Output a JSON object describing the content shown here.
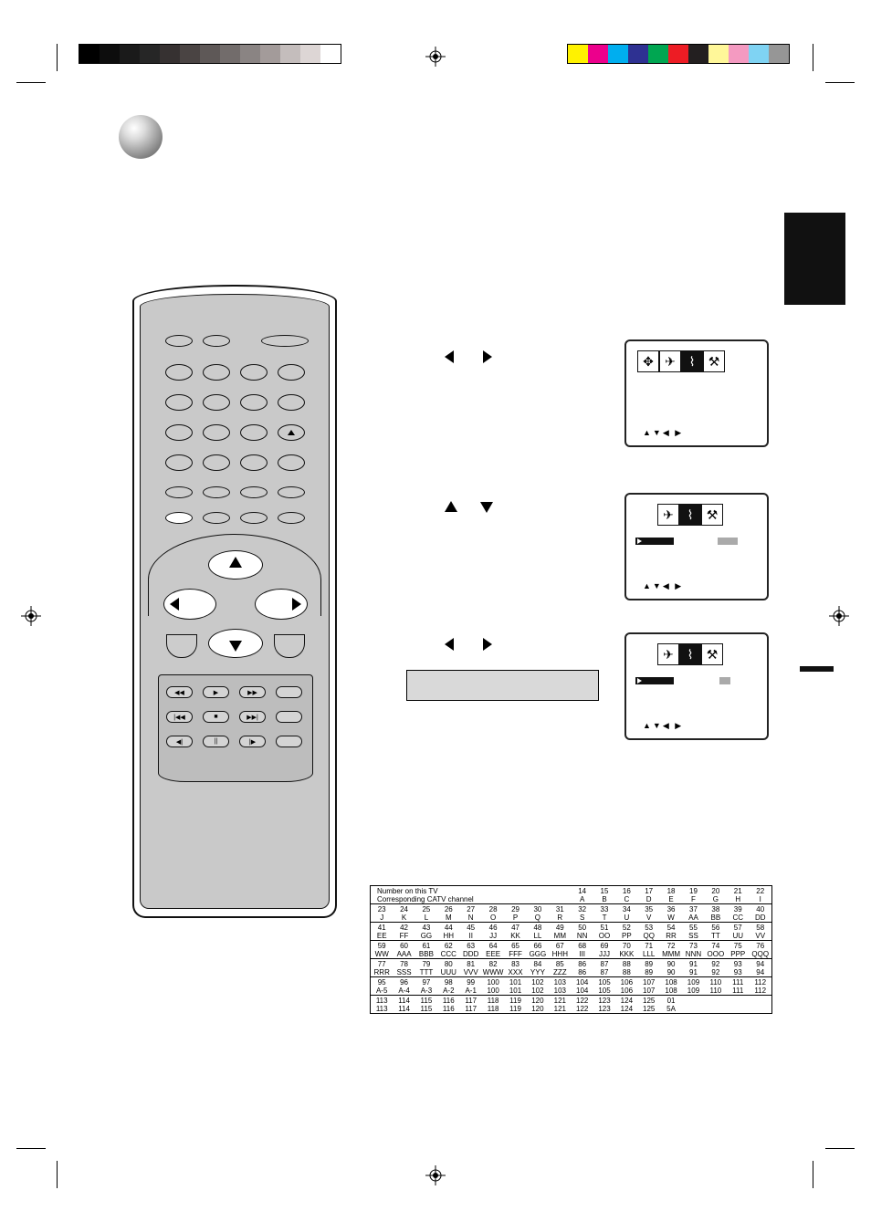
{
  "colors": {
    "gray_scale": [
      "#000000",
      "#0d0d0d",
      "#1a1a1a",
      "#262626",
      "#363131",
      "#4a4443",
      "#5e5857",
      "#726c6b",
      "#8a8483",
      "#a39b9a",
      "#c4bdbc",
      "#ddd6d5",
      "#ffffff"
    ],
    "color_bar": [
      "#fff200",
      "#ec008c",
      "#00aeef",
      "#2e3192",
      "#00a651",
      "#ed1c24",
      "#231f20",
      "#fff799",
      "#f49ac1",
      "#7fd3f3",
      "#969696"
    ],
    "remote_body": "#c9c9c9",
    "side_tab": "#111111"
  },
  "icons": [
    "registration-mark-icon",
    "channel-icon",
    "picture-icon",
    "antenna-icon",
    "tools-icon"
  ],
  "screens": [
    {
      "nav_hint": "▲▼◀ ▶"
    },
    {
      "nav_hint": "▲▼◀ ▶"
    },
    {
      "nav_hint": "▲▼◀ ▶"
    }
  ],
  "table": {
    "header_left": [
      "Number on this TV",
      "Corresponding CATV channel"
    ],
    "rows": [
      [
        [
          "14",
          "A"
        ],
        [
          "15",
          "B"
        ],
        [
          "16",
          "C"
        ],
        [
          "17",
          "D"
        ],
        [
          "18",
          "E"
        ],
        [
          "19",
          "F"
        ],
        [
          "20",
          "G"
        ],
        [
          "21",
          "H"
        ],
        [
          "22",
          "I"
        ]
      ],
      [
        [
          "23",
          "J"
        ],
        [
          "24",
          "K"
        ],
        [
          "25",
          "L"
        ],
        [
          "26",
          "M"
        ],
        [
          "27",
          "N"
        ],
        [
          "28",
          "O"
        ],
        [
          "29",
          "P"
        ],
        [
          "30",
          "Q"
        ],
        [
          "31",
          "R"
        ],
        [
          "32",
          "S"
        ],
        [
          "33",
          "T"
        ],
        [
          "34",
          "U"
        ],
        [
          "35",
          "V"
        ],
        [
          "36",
          "W"
        ],
        [
          "37",
          "AA"
        ],
        [
          "38",
          "BB"
        ],
        [
          "39",
          "CC"
        ],
        [
          "40",
          "DD"
        ]
      ],
      [
        [
          "41",
          "EE"
        ],
        [
          "42",
          "FF"
        ],
        [
          "43",
          "GG"
        ],
        [
          "44",
          "HH"
        ],
        [
          "45",
          "II"
        ],
        [
          "46",
          "JJ"
        ],
        [
          "47",
          "KK"
        ],
        [
          "48",
          "LL"
        ],
        [
          "49",
          "MM"
        ],
        [
          "50",
          "NN"
        ],
        [
          "51",
          "OO"
        ],
        [
          "52",
          "PP"
        ],
        [
          "53",
          "QQ"
        ],
        [
          "54",
          "RR"
        ],
        [
          "55",
          "SS"
        ],
        [
          "56",
          "TT"
        ],
        [
          "57",
          "UU"
        ],
        [
          "58",
          "VV"
        ]
      ],
      [
        [
          "59",
          "WW"
        ],
        [
          "60",
          "AAA"
        ],
        [
          "61",
          "BBB"
        ],
        [
          "62",
          "CCC"
        ],
        [
          "63",
          "DDD"
        ],
        [
          "64",
          "EEE"
        ],
        [
          "65",
          "FFF"
        ],
        [
          "66",
          "GGG"
        ],
        [
          "67",
          "HHH"
        ],
        [
          "68",
          "III"
        ],
        [
          "69",
          "JJJ"
        ],
        [
          "70",
          "KKK"
        ],
        [
          "71",
          "LLL"
        ],
        [
          "72",
          "MMM"
        ],
        [
          "73",
          "NNN"
        ],
        [
          "74",
          "OOO"
        ],
        [
          "75",
          "PPP"
        ],
        [
          "76",
          "QQQ"
        ]
      ],
      [
        [
          "77",
          "RRR"
        ],
        [
          "78",
          "SSS"
        ],
        [
          "79",
          "TTT"
        ],
        [
          "80",
          "UUU"
        ],
        [
          "81",
          "VVV"
        ],
        [
          "82",
          "WWW"
        ],
        [
          "83",
          "XXX"
        ],
        [
          "84",
          "YYY"
        ],
        [
          "85",
          "ZZZ"
        ],
        [
          "86",
          "86"
        ],
        [
          "87",
          "87"
        ],
        [
          "88",
          "88"
        ],
        [
          "89",
          "89"
        ],
        [
          "90",
          "90"
        ],
        [
          "91",
          "91"
        ],
        [
          "92",
          "92"
        ],
        [
          "93",
          "93"
        ],
        [
          "94",
          "94"
        ]
      ],
      [
        [
          "95",
          "A-5"
        ],
        [
          "96",
          "A-4"
        ],
        [
          "97",
          "A-3"
        ],
        [
          "98",
          "A-2"
        ],
        [
          "99",
          "A-1"
        ],
        [
          "100",
          "100"
        ],
        [
          "101",
          "101"
        ],
        [
          "102",
          "102"
        ],
        [
          "103",
          "103"
        ],
        [
          "104",
          "104"
        ],
        [
          "105",
          "105"
        ],
        [
          "106",
          "106"
        ],
        [
          "107",
          "107"
        ],
        [
          "108",
          "108"
        ],
        [
          "109",
          "109"
        ],
        [
          "110",
          "110"
        ],
        [
          "111",
          "111"
        ],
        [
          "112",
          "112"
        ]
      ],
      [
        [
          "113",
          "113"
        ],
        [
          "114",
          "114"
        ],
        [
          "115",
          "115"
        ],
        [
          "116",
          "116"
        ],
        [
          "117",
          "117"
        ],
        [
          "118",
          "118"
        ],
        [
          "119",
          "119"
        ],
        [
          "120",
          "120"
        ],
        [
          "121",
          "121"
        ],
        [
          "122",
          "122"
        ],
        [
          "123",
          "123"
        ],
        [
          "124",
          "124"
        ],
        [
          "125",
          "125"
        ],
        [
          "01",
          "5A"
        ],
        [
          "",
          ""
        ],
        [
          "",
          ""
        ],
        [
          "",
          ""
        ],
        [
          "",
          ""
        ]
      ]
    ]
  }
}
